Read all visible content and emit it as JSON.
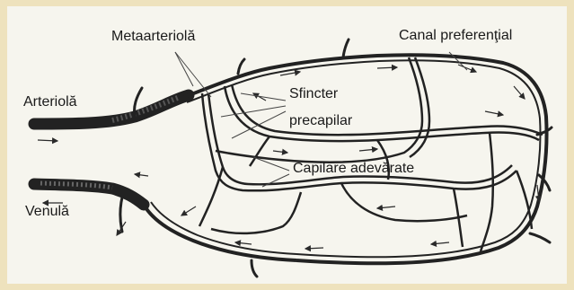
{
  "labels": {
    "metaarteriola": "Metaarteriolă",
    "canal_preferential": "Canal preferenţial",
    "arteriola": "Arteriolă",
    "sfincter_line1": "Sfincter",
    "sfincter_line2": "precapilar",
    "capilare": "Capilare adevărate",
    "venula": "Venulă"
  },
  "colors": {
    "background_border": "#eee2bd",
    "panel": "#f6f5ee",
    "ink": "#1a1a1a"
  }
}
